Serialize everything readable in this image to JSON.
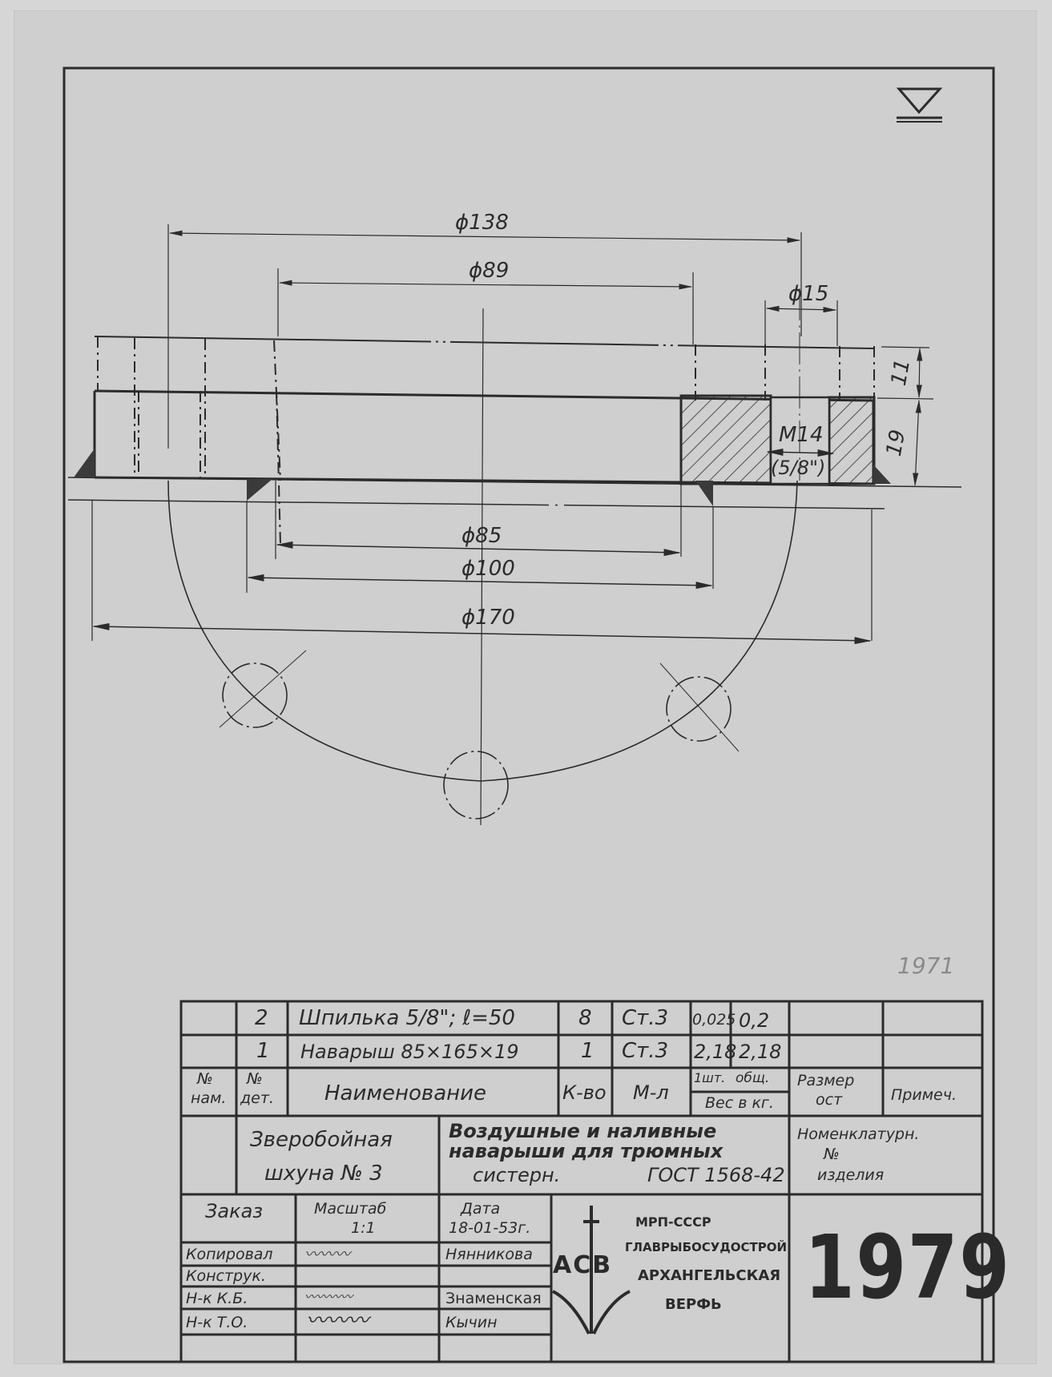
{
  "drawing": {
    "surface_symbol": "surface-finish-triangle",
    "pencil_note": "1971",
    "dimensions": {
      "d138": "ϕ138",
      "d89": "ϕ89",
      "d15": "ϕ15",
      "d85": "ϕ85",
      "d100": "ϕ100",
      "d170": "ϕ170",
      "h11": "11",
      "h19": "19",
      "thread": "M14",
      "thread_inch": "(5/8\")"
    }
  },
  "spec_table": {
    "rows": [
      {
        "pos": "",
        "part_no": "2",
        "name": "Шпилька 5/8\"; ℓ=50",
        "qty": "8",
        "material": "Ст.3",
        "weight_unit": "0,025",
        "weight_total": "0,2",
        "size": "",
        "note": ""
      },
      {
        "pos": "",
        "part_no": "1",
        "name": "Наварыш 85×165×19",
        "qty": "1",
        "material": "Ст.3",
        "weight_unit": "2,18",
        "weight_total": "2,18",
        "size": "",
        "note": ""
      }
    ],
    "headers": {
      "pos": "№ нам.",
      "pos_line1": "№",
      "pos_line2": "нам.",
      "part_no_line1": "№",
      "part_no_line2": "дет.",
      "name": "Наименование",
      "qty": "К-во",
      "material": "М-л",
      "weight_unit": "1шт.",
      "weight_total": "общ.",
      "weight_caption": "Вес в кг.",
      "size_line1": "Размер",
      "size_line2": "ост",
      "note": "Примеч."
    }
  },
  "title_block": {
    "vessel_line1": "Зверобойная",
    "vessel_line2": "шхуна № 3",
    "title_line1": "Воздушные и наливные",
    "title_line2": "наварыши для трюмных",
    "title_line3": "систерн.",
    "standard": "ГОСТ 1568-42",
    "nomenclature_line1": "Номенклатурн.",
    "nomenclature_line2": "№",
    "nomenclature_line3": "изделия",
    "order_label": "Заказ",
    "scale_label": "Масштаб",
    "scale_value": "1:1",
    "date_label": "Дата",
    "date_value": "18-01-53г.",
    "roles": [
      {
        "role": "Копировал",
        "signature": "signature",
        "name": "Нянникова"
      },
      {
        "role": "Конструк.",
        "signature": "",
        "name": ""
      },
      {
        "role": "Н-к К.Б.",
        "signature": "signature",
        "name": "Знаменская"
      },
      {
        "role": "Н-к Т.О.",
        "signature": "signature",
        "name": "Кычин"
      }
    ],
    "org_logo": "АСВ",
    "org_line1": "МРП-СССР",
    "org_line2": "ГЛАВРЫБОСУДОСТРОЙ",
    "org_line3": "АРХАНГЕЛЬСКАЯ",
    "org_line4": "ВЕРФЬ",
    "drawing_number": "1979"
  }
}
